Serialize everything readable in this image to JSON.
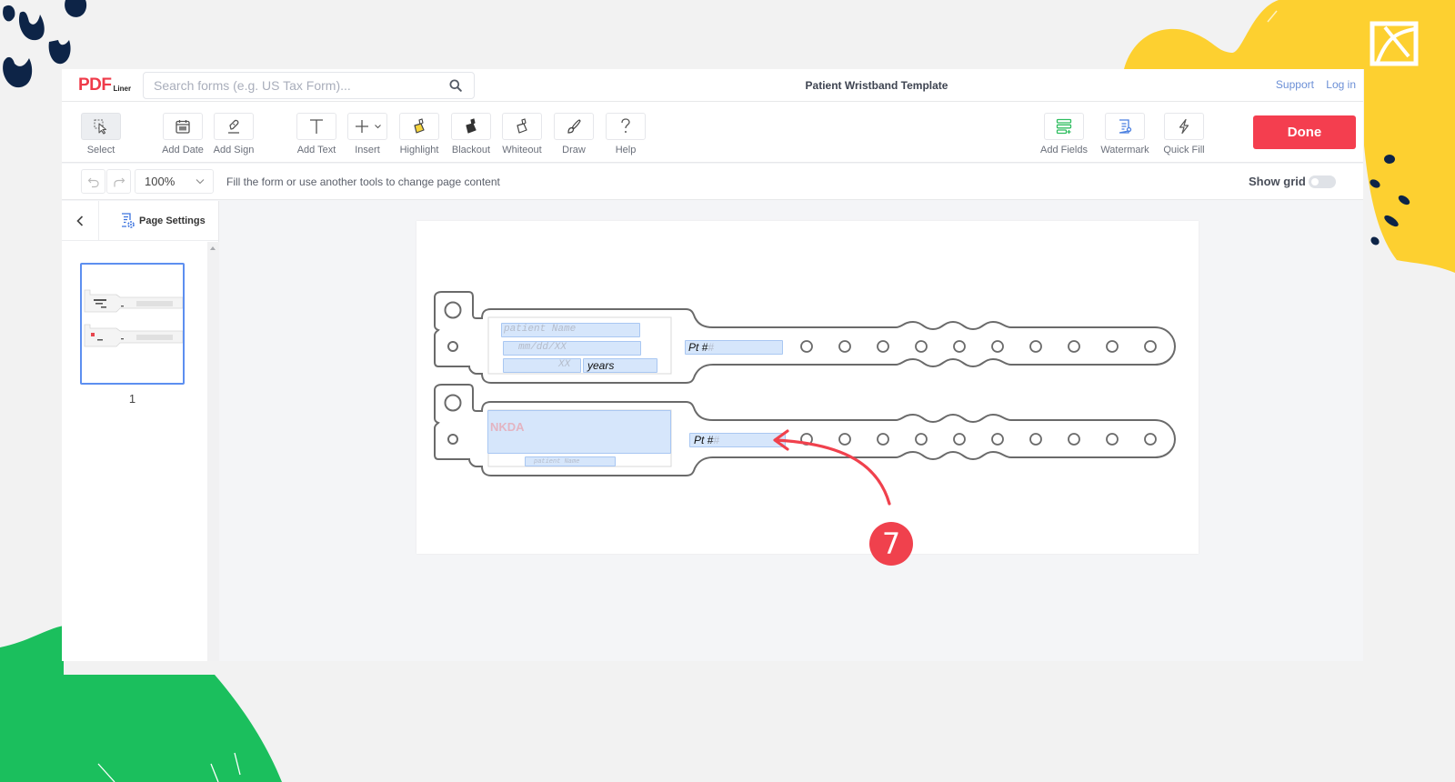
{
  "header": {
    "logo_main": "PDF",
    "logo_sub": "Liner",
    "search_placeholder": "Search forms (e.g. US Tax Form)...",
    "search_value": "",
    "doc_title": "Patient Wristband Template",
    "links": {
      "support": "Support",
      "login": "Log in"
    }
  },
  "toolbar": {
    "tools": [
      {
        "id": "select",
        "label": "Select",
        "icon": "select-cursor-icon",
        "active": true
      },
      {
        "id": "add-date",
        "label": "Add Date",
        "icon": "calendar-icon"
      },
      {
        "id": "add-sign",
        "label": "Add Sign",
        "icon": "pen-sign-icon"
      },
      {
        "id": "add-text",
        "label": "Add Text",
        "icon": "text-t-icon"
      },
      {
        "id": "insert",
        "label": "Insert",
        "icon": "plus-icon"
      },
      {
        "id": "highlight",
        "label": "Highlight",
        "icon": "highlight-brush-icon"
      },
      {
        "id": "blackout",
        "label": "Blackout",
        "icon": "blackout-brush-icon"
      },
      {
        "id": "whiteout",
        "label": "Whiteout",
        "icon": "whiteout-brush-icon"
      },
      {
        "id": "draw",
        "label": "Draw",
        "icon": "draw-brush-icon"
      },
      {
        "id": "help",
        "label": "Help",
        "icon": "question-icon"
      },
      {
        "id": "add-fields",
        "label": "Add Fields",
        "icon": "add-fields-icon"
      },
      {
        "id": "watermark",
        "label": "Watermark",
        "icon": "watermark-icon"
      },
      {
        "id": "quick-fill",
        "label": "Quick Fill",
        "icon": "lightning-icon"
      }
    ],
    "done_label": "Done"
  },
  "subbar": {
    "zoom": "100%",
    "hint": "Fill the form or use another tools to change page content",
    "show_grid_label": "Show grid",
    "show_grid": false
  },
  "sidebar": {
    "page_settings_label": "Page Settings",
    "pages": [
      {
        "number": "1",
        "selected": true
      }
    ]
  },
  "document": {
    "band1": {
      "patient_name": "patient Name",
      "dob": "mm/dd/XX",
      "age": "XX",
      "age_unit": "years",
      "pt_number": "Pt #",
      "pt_suffix": "#"
    },
    "band2": {
      "allergy": "NKDA",
      "patient_name": "patient Name",
      "pt_number": "Pt #",
      "pt_suffix": "#"
    },
    "holes_per_band": 10
  },
  "annotation": {
    "step_number": "7",
    "color": "#f0414d"
  },
  "colors": {
    "accent_red": "#f43e4f",
    "link_blue": "#6b8fd6",
    "field_fill": "#d6e6fb",
    "deco_yellow": "#fdd030",
    "deco_green": "#1bbf5d",
    "deco_navy": "#0d2447"
  }
}
